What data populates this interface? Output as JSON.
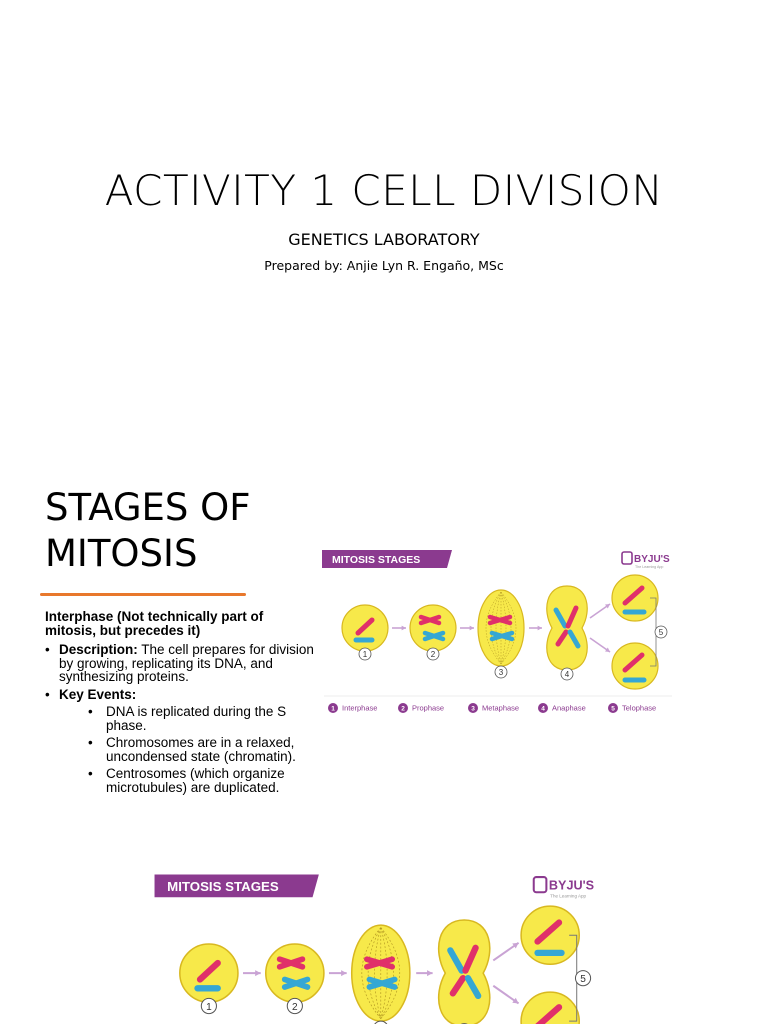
{
  "slide1": {
    "title": "ACTIVITY 1 CELL DIVISION",
    "subtitle": "GENETICS LABORATORY",
    "prepared_by": "Prepared by: Anjie Lyn R. Engaño, MSc"
  },
  "slide2": {
    "title_line1": "STAGES OF",
    "title_line2": "MITOSIS",
    "section_heading": "Interphase (Not technically part of mitosis, but precedes it)",
    "description_label": "Description:",
    "description_text": " The cell prepares for division by growing, replicating its DNA, and synthesizing proteins.",
    "key_events_label": "Key Events:",
    "key_events": [
      "DNA is replicated during the S phase.",
      "Chromosomes are in a relaxed, uncondensed state (chromatin).",
      "Centrosomes (which organize microtubules) are duplicated."
    ]
  },
  "figure": {
    "banner": "MITOSIS STAGES",
    "brand": "BYJU'S",
    "brand_tagline": "The Learning App",
    "stage_numbers": [
      "1",
      "2",
      "3",
      "4",
      "5"
    ],
    "legend": [
      "Interphase",
      "Prophase",
      "Metaphase",
      "Anaphase",
      "Telophase"
    ],
    "colors": {
      "banner": "#8b3a8f",
      "cell_fill": "#f7e94a",
      "cell_stroke": "#d8b820",
      "chromosome_red": "#e0306a",
      "chromosome_blue": "#35a7d4",
      "arrow": "#c9a3d4",
      "legend_number": "#8b3a8f"
    }
  }
}
